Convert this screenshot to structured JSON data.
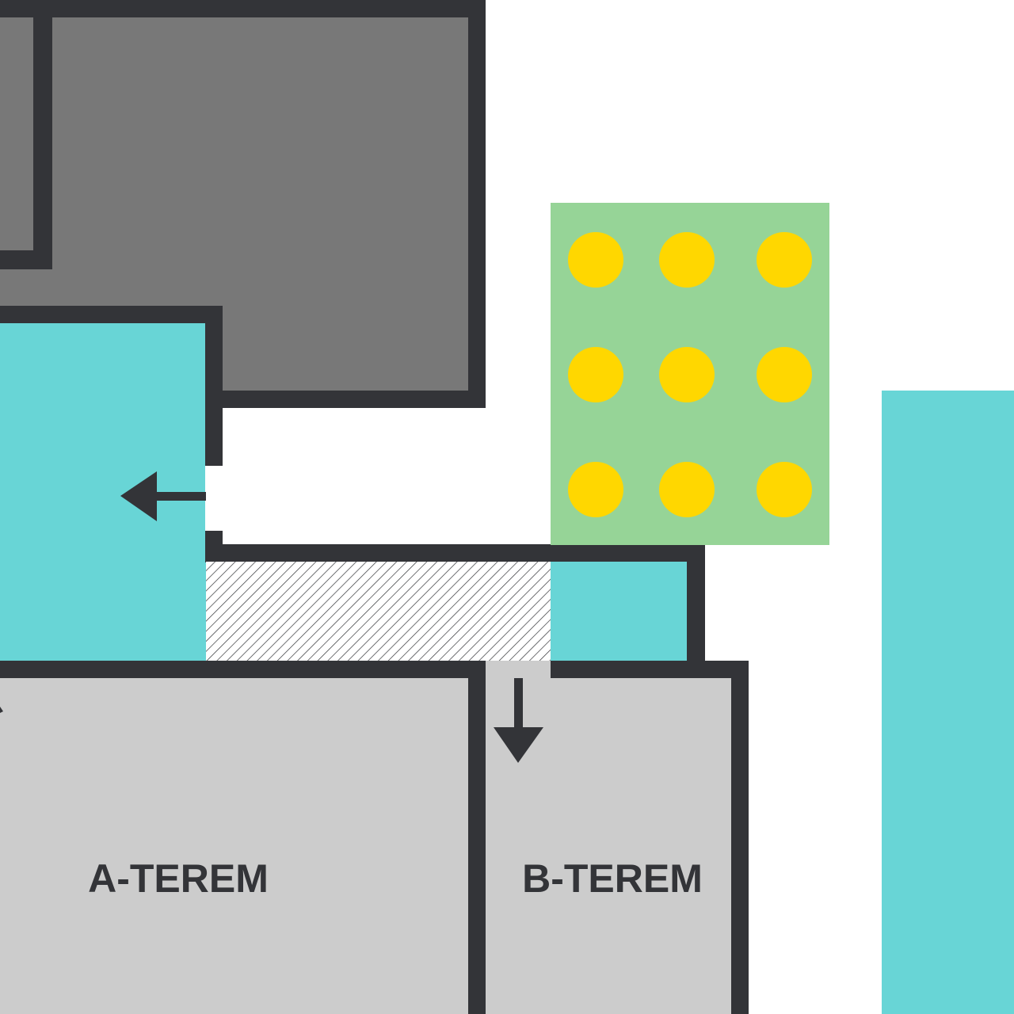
{
  "rooms": {
    "a": {
      "label": "A-TEREM"
    },
    "b": {
      "label": "B-TEREM"
    }
  },
  "colors": {
    "background": "#ffffff",
    "wall": "#333438",
    "dark_room": "#787878",
    "corridor": "#68d5d6",
    "room": "#cccccc",
    "seating_area": "#96d497",
    "seat": "#ffd700",
    "hatch": "#333438"
  },
  "icons": {
    "exit_west": "arrow-left-icon",
    "exit_south": "arrow-down-icon",
    "seat": "seat-circle-icon"
  },
  "seating": {
    "rows": 3,
    "columns": 3
  }
}
